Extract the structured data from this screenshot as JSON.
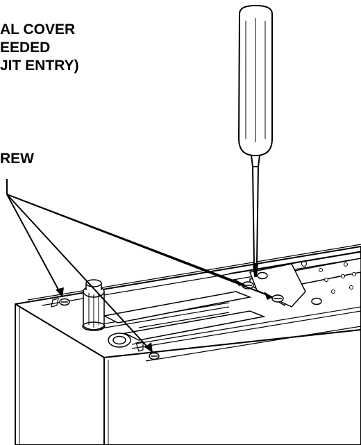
{
  "callouts": {
    "cover": {
      "lines": [
        "AL COVER",
        "EEDED",
        "JIT ENTRY)"
      ]
    },
    "screw": {
      "label": "REW"
    }
  },
  "colors": {
    "ink": "#000000",
    "paper": "#ffffff",
    "shade": "#e6e6e6",
    "shade_dark": "#c8c8c8"
  },
  "icons": [
    "screwdriver-icon",
    "cable-gland-icon",
    "screw-icon"
  ]
}
